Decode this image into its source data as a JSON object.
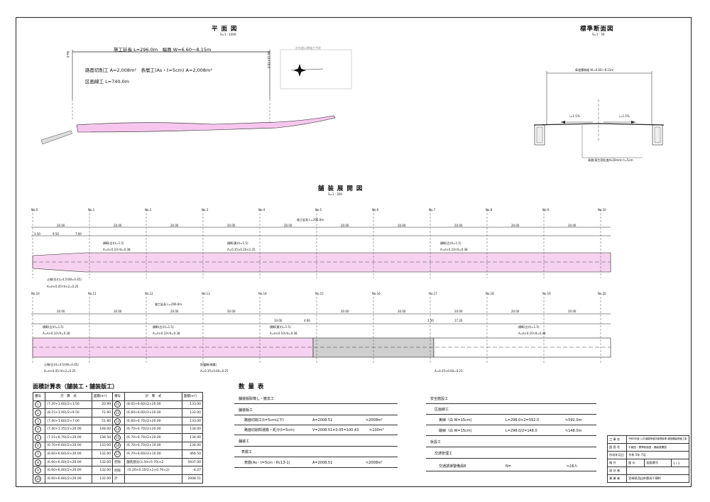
{
  "plan": {
    "title": "平 面 図",
    "scale": "S=1 : 1000",
    "extension_line": "施工延長 L=296.0m　幅員 W=6.60～8.15m",
    "cutting_line": "路面切削工 A=2,008m²　表層工(As・t=5cm) A=2,008m²",
    "marking_line": "区画線工 L=740.0m",
    "note_box": "次年度以降施工予定",
    "no_start": "No.0",
    "no_end": "No.14+16.0"
  },
  "cross_section": {
    "title": "標準断面図",
    "scale": "S=1 : 50",
    "width_label": "車道舗装幅 W=6.60～8.15m",
    "slope_left": "i=1.5%",
    "slope_right": "i=1.5%",
    "note": "表層(再生密粒度As20mm) t=5cm"
  },
  "development": {
    "title": "舗 装 展 開 図",
    "scale": "S=1 : 200",
    "top_stations": [
      "No.0",
      "No.1",
      "No.2",
      "No.3",
      "No.4",
      "No.5",
      "No.6",
      "No.7",
      "No.8",
      "No.9",
      "No.10"
    ],
    "bottom_stations": [
      "No.10",
      "No.11",
      "No.12",
      "No.13",
      "No.14",
      "No.15",
      "No.16",
      "No.17",
      "No.18",
      "No.19",
      "No.20"
    ],
    "extension_top": "施工延長 L=296.0m",
    "extension_bottom": "施工延長 L=296.0m",
    "dim20": "20.00",
    "dims_top_small": [
      "3.50",
      "9.50",
      "7.00"
    ],
    "dims_bottom_small": [
      "10.00",
      "4.60",
      "2.50",
      "17.20"
    ],
    "marking_labels": [
      "横断(白)(t=1.5)",
      "横断(黄)(t=1.5)",
      "横断(白)(t=1.5)"
    ],
    "area_labels": [
      "A=π×0.10²/4=0.38",
      "A=0.35×0.20×2.35"
    ],
    "stop_label": "止線(白)(t=4.5)(W=0.45)",
    "stop_area": "A=π×0.45²/4×2=0.25",
    "fence_label": "防護柵(標識)",
    "fence_area": "A=0.35×0.60=0.25"
  },
  "area_table": {
    "title": "面積計算表（舗装工・舗装版工）",
    "headers": [
      "番号",
      "計　算　式",
      "面積(m²)",
      "番号",
      "計　算　式",
      "面積(m²)"
    ],
    "rows": [
      [
        "1",
        "(7.20+1.60)/2×3.50",
        "20.99",
        "11",
        "(8.05+6.60)/2×20.00",
        "133.00"
      ],
      [
        "2",
        "(8.15+1.40)/2×9.50",
        "72.90",
        "12",
        "(6.60+6.60)/2×20.00",
        "132.00"
      ],
      [
        "3",
        "(7.40+1.60)/2×7.00",
        "51.80",
        "13",
        "(6.60+6.70)/2×20.00",
        "133.00"
      ],
      [
        "4",
        "(7.40+1.35)/2×20.00",
        "148.00",
        "14",
        "(6.70+6.70)/2×20.00",
        "134.00"
      ],
      [
        "5",
        "(7.15+6.70)/2×20.00",
        "138.50",
        "15",
        "(6.70+6.70)/2×20.00",
        "134.00"
      ],
      [
        "6",
        "(6.70+6.60)/2×20.00",
        "133.00",
        "16",
        "(6.70+6.70)/2×10.00",
        "134.00"
      ],
      [
        "7",
        "(6.60+6.60)/2×20.00",
        "132.00",
        "17",
        "(6.70+6.60)/2×10.00",
        "466.50"
      ],
      [
        "8",
        "(6.60+6.60)/2×20.00",
        "132.00",
        "控除",
        "舗装部分(3.50×0.70)×2",
        "5937.00"
      ],
      [
        "9",
        "(6.60+6.60)/2×20.00",
        "132.00",
        "控除",
        "-(0.20×0.10/2×2×0.70×2)",
        "-4.27"
      ],
      [
        "10",
        "(6.60+6.60)/2×20.00",
        "132.00",
        "計",
        "",
        "2008.51"
      ]
    ]
  },
  "quantity": {
    "title": "数 量 表",
    "left": [
      {
        "label": "舗装版取壊し・撤去工",
        "formula": "",
        "value": ""
      },
      {
        "label": "舗装版工",
        "formula": "",
        "value": ""
      },
      {
        "label": "路面切削工(t=5cm以下)",
        "formula": "A=2008.51",
        "value": "≒2008m²"
      },
      {
        "label": "路面切削殻運搬・処分(t=5cm)",
        "formula": "V=2008.51×0.05=100.43",
        "value": "≒100m³"
      },
      {
        "label": "舗装工",
        "formula": "",
        "value": ""
      },
      {
        "label": "表層工",
        "formula": "",
        "value": ""
      },
      {
        "label": "表層(As・t=5cm・Rc13-1)",
        "formula": "A=2008.51",
        "value": "≒2008m²"
      }
    ],
    "right": [
      {
        "label": "安全施設工",
        "formula": "",
        "value": ""
      },
      {
        "label": "区画線工",
        "formula": "",
        "value": ""
      },
      {
        "label": "実線（白 W=15cm)",
        "formula": "L=296.0×2=592.0",
        "value": "≒592.0m"
      },
      {
        "label": "破線（白 W=15cm)",
        "formula": "L=296.0/2=148.0",
        "value": "≒148.0m"
      },
      {
        "label": "仮設工",
        "formula": "",
        "value": ""
      },
      {
        "label": "交通管理工",
        "formula": "",
        "value": ""
      },
      {
        "label": "交通誘導警備員B",
        "formula": "N=",
        "value": "≒16人"
      }
    ]
  },
  "title_block": {
    "rows": [
      [
        "工 事 名",
        "令和5年度 公共道路等維持管理事業 道路舗装修繕工事"
      ],
      [
        "図 面 名",
        "平面図・標準断面図・舗装展開図"
      ],
      [
        "作成年月日",
        "令和 5年 7月"
      ],
      [
        "縮 尺",
        "図 示",
        "図面番号",
        "1 / 1"
      ],
      [
        "設 計 者",
        ""
      ],
      [
        "事 業 者",
        "宮崎県西臼杵郡高千穂町"
      ]
    ]
  }
}
